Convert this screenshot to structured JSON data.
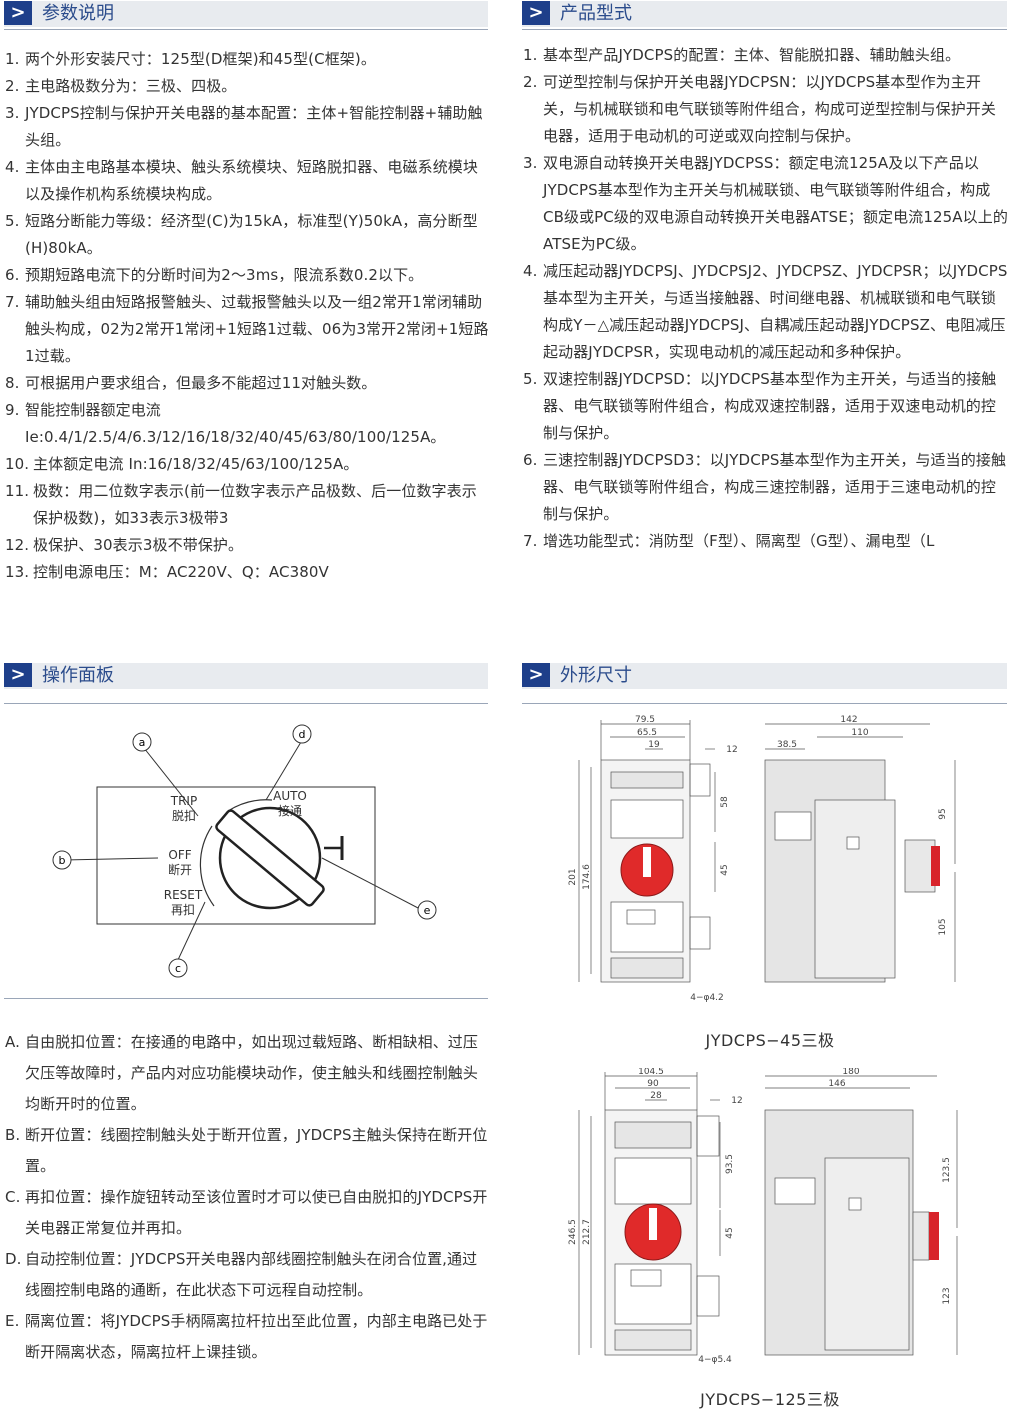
{
  "sections": {
    "params": {
      "tag": ">",
      "title": "参数说明"
    },
    "models": {
      "tag": ">",
      "title": "产品型式"
    },
    "panel": {
      "tag": ">",
      "title": "操作面板"
    },
    "dims": {
      "tag": ">",
      "title": "外形尺寸"
    }
  },
  "params_list": [
    {
      "n": "1.",
      "t": "两个外形安装尺寸：125型(D框架)和45型(C框架)。"
    },
    {
      "n": "2.",
      "t": "主电路极数分为：三极、四极。"
    },
    {
      "n": "3.",
      "t": "JYDCPS控制与保护开关电器的基本配置：主体+智能控制器+辅助触头组。"
    },
    {
      "n": "4.",
      "t": "主体由主电路基本模块、触头系统模块、短路脱扣器、电磁系统模块以及操作机构系统模块构成。"
    },
    {
      "n": "5.",
      "t": "短路分断能力等级：经济型(C)为15kA，标准型(Y)50kA，高分断型(H)80kA。"
    },
    {
      "n": "6.",
      "t": "预期短路电流下的分断时间为2～3ms，限流系数0.2以下。"
    },
    {
      "n": "7.",
      "t": "辅助触头组由短路报警触头、过载报警触头以及一组2常开1常闭辅助触头构成，02为2常开1常闭+1短路1过载、06为3常开2常闭+1短路1过载。"
    },
    {
      "n": "8.",
      "t": "可根据用户要求组合，但最多不能超过11对触头数。"
    },
    {
      "n": "9.",
      "t": " 智能控制器额定电流Ie:0.4/1/2.5/4/6.3/12/16/18/32/40/45/63/80/100/125A。"
    },
    {
      "n": "10.",
      "t": "主体额定电流 In:16/18/32/45/63/100/125A。"
    },
    {
      "n": "11.",
      "t": "极数：用二位数字表示(前一位数字表示产品极数、后一位数字表示保护极数)，如33表示3极带3"
    },
    {
      "n": "12.",
      "t": "极保护、30表示3极不带保护。"
    },
    {
      "n": "13.",
      "t": "控制电源电压：M：AC220V、Q：AC380V"
    }
  ],
  "models_list": [
    {
      "n": "1.",
      "t": "基本型产品JYDCPS的配置：主体、智能脱扣器、辅助触头组。"
    },
    {
      "n": "2.",
      "t": "可逆型控制与保护开关电器JYDCPSN：以JYDCPS基本型作为主开关，与机械联锁和电气联锁等附件组合，构成可逆型控制与保护开关电器，适用于电动机的可逆或双向控制与保护。"
    },
    {
      "n": "3.",
      "t": "双电源自动转换开关电器JYDCPSS：额定电流125A及以下产品以JYDCPS基本型作为主开关与机械联锁、电气联锁等附件组合，构成CB级或PC级的双电源自动转换开关电器ATSE；额定电流125A以上的ATSE为PC级。"
    },
    {
      "n": "4.",
      "t": "减压起动器JYDCPSJ、JYDCPSJ2、JYDCPSZ、JYDCPSR；以JYDCPS基本型为主开关，与适当接触器、时间继电器、机械联锁和电气联锁构成Y－△减压起动器JYDCPSJ、自耦减压起动器JYDCPSZ、电阻减压起动器JYDCPSR，实现电动机的减压起动和多种保护。"
    },
    {
      "n": "5.",
      "t": "双速控制器JYDCPSD：以JYDCPS基本型作为主开关，与适当的接触器、电气联锁等附件组合，构成双速控制器，适用于双速电动机的控制与保护。"
    },
    {
      "n": "6.",
      "t": "三速控制器JYDCPSD3：以JYDCPS基本型作为主开关，与适当的接触器、电气联锁等附件组合，构成三速控制器，适用于三速电动机的控制与保护。"
    },
    {
      "n": "7.",
      "t": "增选功能型式：消防型（F型）、隔离型（G型）、漏电型（L"
    }
  ],
  "panel_diagram": {
    "callouts": [
      "a",
      "b",
      "c",
      "d",
      "e"
    ],
    "trip_en": "TRIP",
    "trip_cn": "脱扣",
    "off_en": "OFF",
    "off_cn": "断开",
    "reset_en": "RESET",
    "reset_cn": "再扣",
    "auto_en": "AUTO",
    "auto_cn": "接通"
  },
  "positions_list": [
    {
      "n": "A.",
      "t": "自由脱扣位置：在接通的电路中，如出现过载短路、断相缺相、过压欠压等故障时，产品内对应功能模块动作，使主触头和线圈控制触头均断开时的位置。"
    },
    {
      "n": "B.",
      "t": "断开位置：线圈控制触头处于断开位置，JYDCPS主触头保持在断开位置。"
    },
    {
      "n": "C.",
      "t": "再扣位置：操作旋钮转动至该位置时才可以使已自由脱扣的JYDCPS开关电器正常复位并再扣。"
    },
    {
      "n": "D.",
      "t": "自动控制位置：JYDCPS开关电器内部线圈控制触头在闭合位置,通过线圈控制电路的通断，在此状态下可远程自动控制。"
    },
    {
      "n": "E.",
      "t": "隔离位置：将JYDCPS手柄隔离拉杆拉出至此位置，内部主电路已处于断开隔离状态，隔离拉杆上课挂锁。"
    }
  ],
  "dim45": {
    "caption": "JYDCPS−45三极",
    "w1": "79.5",
    "w2": "65.5",
    "w3": "19",
    "w4": "12",
    "h1": "201",
    "h2": "174.6",
    "h3": "58",
    "h4": "45",
    "holes": "4−φ4.2",
    "s1": "142",
    "s2": "110",
    "s3": "38.5",
    "s4": "95",
    "s5": "105"
  },
  "dim125": {
    "caption": "JYDCPS−125三极",
    "w1": "104.5",
    "w2": "90",
    "w3": "28",
    "w4": "12",
    "h1": "246.5",
    "h2": "212.7",
    "h3": "93.5",
    "h4": "45",
    "holes": "4−φ5.4",
    "s1": "180",
    "s2": "146",
    "s4": "123.5",
    "s5": "123"
  }
}
